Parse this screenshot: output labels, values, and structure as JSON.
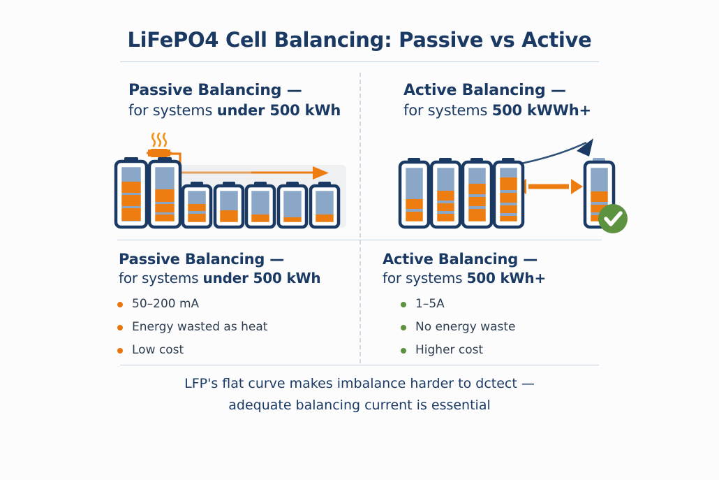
{
  "title": "LiFePO4 Cell Balancing: Passive vs Active",
  "panels": {
    "top_left": {
      "line1": "Passive Balancing —",
      "line2_prefix": "for systems ",
      "line2_strong": "under 500 kWh"
    },
    "top_right": {
      "line1": "Active Balancing —",
      "line2_prefix": "for systems ",
      "line2_strong": "500 kWWh+"
    },
    "bottom_left": {
      "line1": "Passive Balancing —",
      "line2_prefix": "for systems ",
      "line2_strong": "under 500 kWh",
      "bullet_color": "#e8760f",
      "bullets": [
        "50–200 mA",
        "Energy wasted as heat",
        "Low cost"
      ]
    },
    "bottom_right": {
      "line1": "Active Balancing —",
      "line2_prefix": "for systems ",
      "line2_strong": "500 kWh+",
      "bullet_color": "#5d9240",
      "bullets": [
        "1–5A",
        "No energy waste",
        "Higher cost"
      ]
    }
  },
  "footer": {
    "line1": "LFP's flat curve makes imbalance harder to dctect —",
    "line2": "adequate balancing current is essential"
  },
  "colors": {
    "navy": "#1b3a63",
    "orange": "#ee7d11",
    "blue_grey": "#8aa7c8",
    "green": "#5d9240",
    "background": "#fcfcfd",
    "rule": "#c3cedd",
    "panel_band": "#eef0f2"
  },
  "illustration": {
    "passive": {
      "caption_icons": [
        "resistor-icon",
        "heat-waves-icon",
        "flow-arrow-icon"
      ],
      "cells": [
        {
          "label": "cell-1",
          "height": "tall",
          "fill_percent": 72
        },
        {
          "label": "cell-2",
          "height": "tall",
          "fill_percent": 66
        },
        {
          "label": "cell-3",
          "height": "short",
          "fill_percent": 46
        },
        {
          "label": "cell-4",
          "height": "short",
          "fill_percent": 33
        },
        {
          "label": "cell-5",
          "height": "short",
          "fill_percent": 22
        },
        {
          "label": "cell-6",
          "height": "short",
          "fill_percent": 14
        },
        {
          "label": "cell-7",
          "height": "short",
          "fill_percent": 20
        }
      ]
    },
    "active": {
      "caption_icons": [
        "transfer-arrow-icon",
        "rising-curve-arrow-icon",
        "check-badge-icon"
      ],
      "cells": [
        {
          "label": "cell-1",
          "height": "tall",
          "fill_percent": 34
        },
        {
          "label": "cell-2",
          "height": "tall",
          "fill_percent": 52
        },
        {
          "label": "cell-3",
          "height": "tall",
          "fill_percent": 64
        },
        {
          "label": "cell-4",
          "height": "tall",
          "fill_percent": 80
        },
        {
          "label": "cell-balanced",
          "height": "tall",
          "fill_percent": 56
        }
      ]
    }
  }
}
